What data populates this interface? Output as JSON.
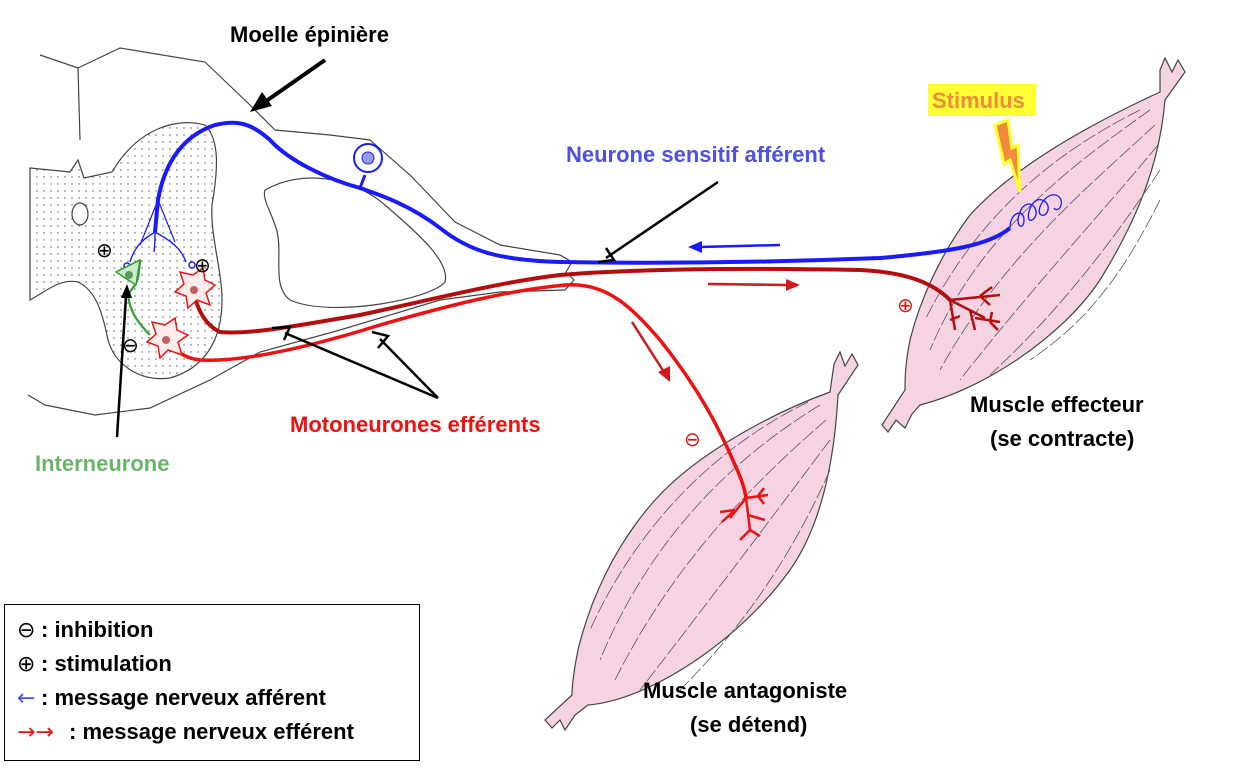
{
  "labels": {
    "spinal_cord": "Moelle épinière",
    "sensory_neuron": "Neurone sensitif afférent",
    "stimulus": "Stimulus",
    "motor_neurons": "Motoneurones efférents",
    "interneuron": "Interneurone",
    "effector_muscle_line1": "Muscle effecteur",
    "effector_muscle_line2": "(se contracte)",
    "antagonist_muscle_line1": "Muscle antagoniste",
    "antagonist_muscle_line2": "(se détend)"
  },
  "signs": {
    "plus": "⊕",
    "minus": "⊖"
  },
  "legend": {
    "inhibition": {
      "symbol": "⊖",
      "text": ": inhibition"
    },
    "stimulation": {
      "symbol": "⊕",
      "text": ": stimulation"
    },
    "afferent": {
      "symbol": "←",
      "text": ": message nerveux afférent"
    },
    "efferent": {
      "symbol": "→→",
      "text": ": message nerveux efférent"
    }
  },
  "colors": {
    "sensory": "#1a1aff",
    "sensory_label": "#4f4fe8",
    "motor": "#ee1111",
    "motor_dark": "#b40d0d",
    "interneuron": "#2ea02e",
    "interneuron_label": "#6ab46a",
    "muscle_fill": "#f6d3e2",
    "muscle_tendon": "#f0b6cf",
    "stimulus_bg": "#ffff33",
    "stimulus_text": "#f08a3c"
  }
}
